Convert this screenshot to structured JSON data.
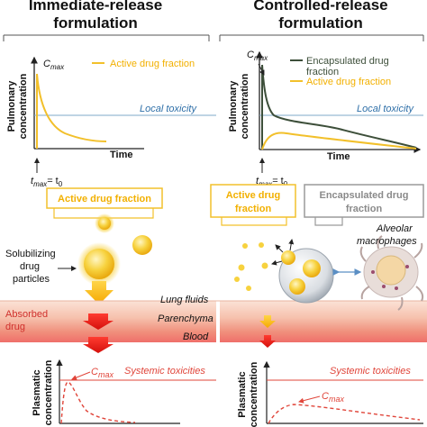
{
  "header": {
    "left_line1": "Immediate-release",
    "left_line2": "formulation",
    "right_line1": "Controlled-release",
    "right_line2": "formulation"
  },
  "top_charts": {
    "y_label_line1": "Pulmonary",
    "y_label_line2": "concentration",
    "x_label": "Time",
    "cmax": "C",
    "cmax_sub": "max",
    "tmax": "t",
    "tmax_sub": "max",
    "tmax_eq": "= t",
    "tmax_eq_sub": "0",
    "local_toxicity": "Local toxicity",
    "left_legend": "Active drug fraction",
    "right_legend_1": "Encapsulated drug",
    "right_legend_1b": "fraction",
    "right_legend_2": "Active drug fraction"
  },
  "middle": {
    "active_box": "Active drug fraction",
    "right_active_box_1": "Active drug",
    "right_active_box_2": "fraction",
    "encap_box_1": "Encapsulated drug",
    "encap_box_2": "fraction",
    "solubilizing_1": "Solubilizing",
    "solubilizing_2": "drug",
    "solubilizing_3": "particles",
    "alveolar_1": "Alveolar",
    "alveolar_2": "macrophages",
    "lung_fluids": "Lung fluids",
    "parenchyma": "Parenchyma",
    "blood": "Blood",
    "absorbed_1": "Absorbed",
    "absorbed_2": "drug"
  },
  "bottom_charts": {
    "y_label_line1": "Plasmatic",
    "y_label_line2": "concentration",
    "cmax": "C",
    "cmax_sub": "max",
    "systemic_toxicities": "Systemic toxicities"
  },
  "colors": {
    "active": "#f2c02b",
    "encapsulated": "#3d4f3a",
    "toxicity_line": "#7fa9c9",
    "toxicity_text": "#2e6fa8",
    "plasma_curve": "#e0453a",
    "absorbed_text": "#d0312d",
    "gray_box": "#9a9a9a"
  }
}
